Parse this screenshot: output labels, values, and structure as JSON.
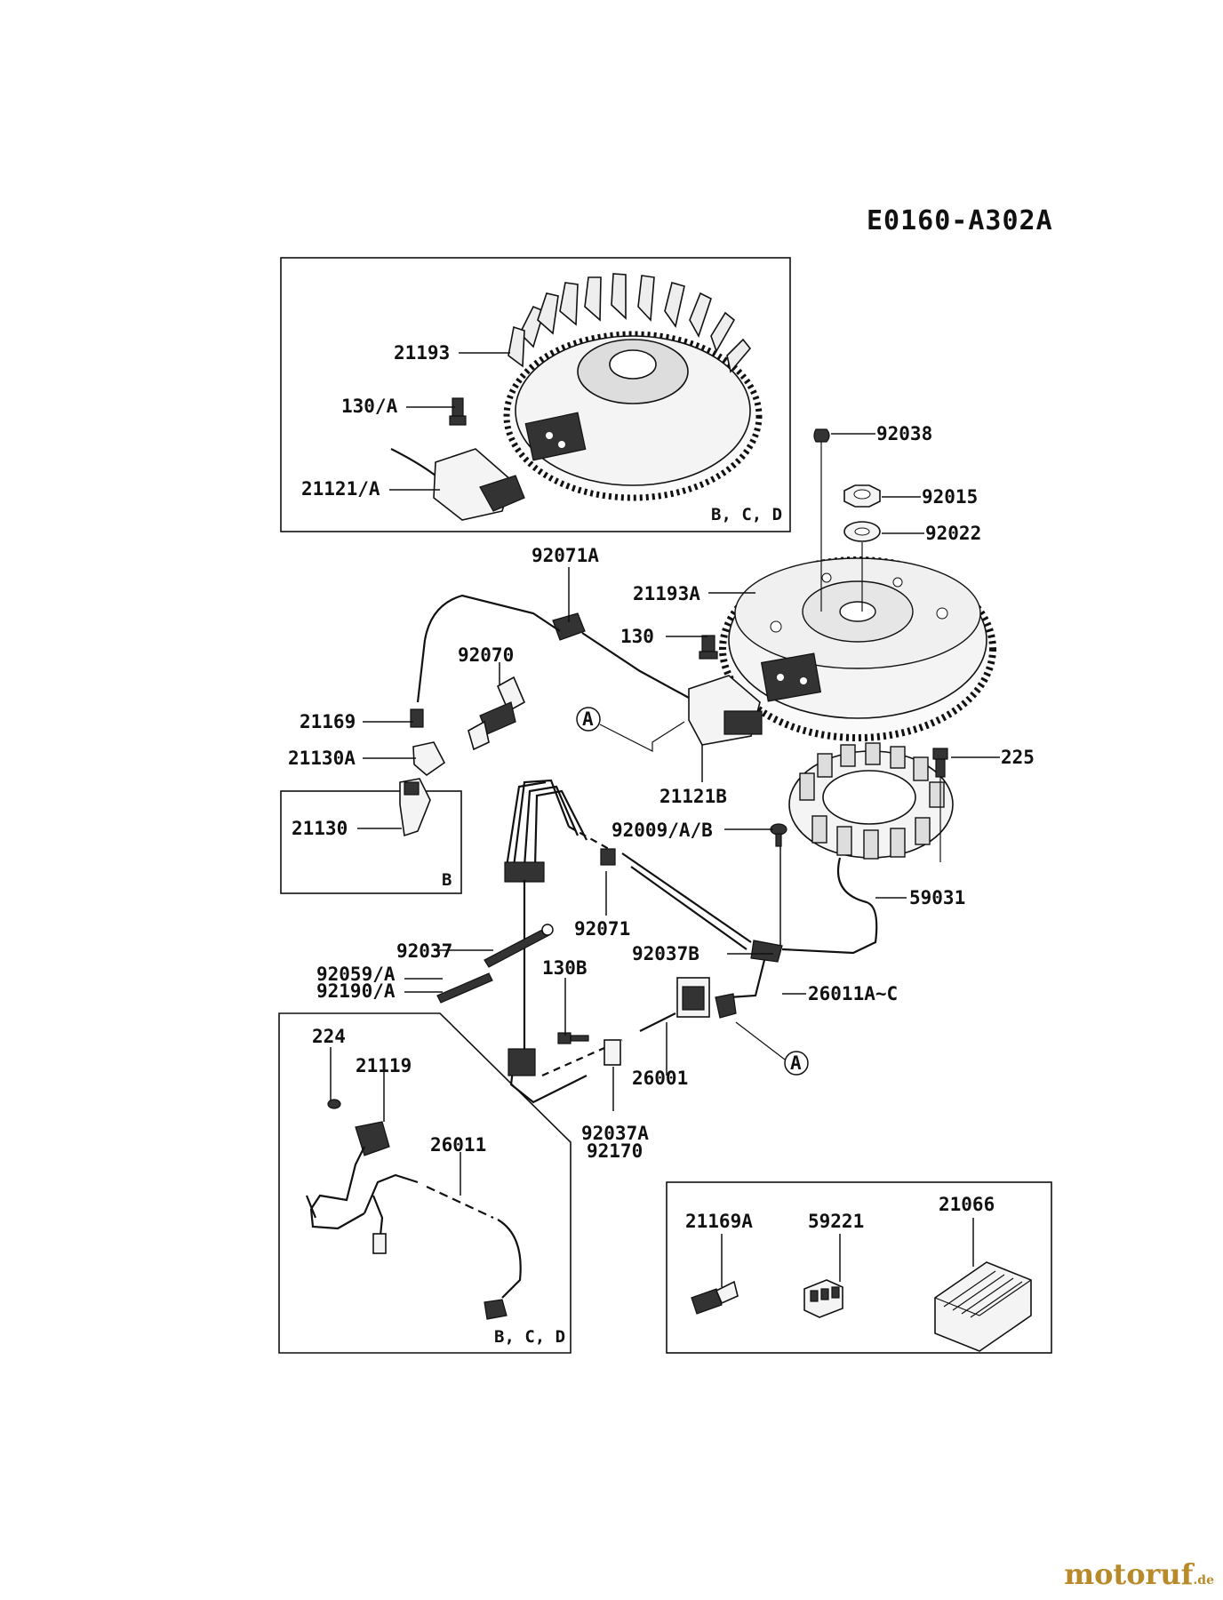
{
  "diagram_code": "E0160-A302A",
  "watermark": {
    "text": "motoruf",
    "suffix": ".de"
  },
  "variant_notes": {
    "top_box": "B, C, D",
    "left_box": "B",
    "bottom_left_box": "B, C, D"
  },
  "callouts": {
    "a_top": "A",
    "a_bottom": "A"
  },
  "labels": {
    "p21193": "21193",
    "p130a": "130/A",
    "p21121a": "21121/A",
    "p92038": "92038",
    "p92015": "92015",
    "p92022": "92022",
    "p92071a": "92071A",
    "p21193a": "21193A",
    "p130": "130",
    "p92070": "92070",
    "p21169": "21169",
    "p21130a": "21130A",
    "p21121b": "21121B",
    "p225": "225",
    "p21130": "21130",
    "p92009": "92009/A/B",
    "p59031": "59031",
    "p92071": "92071",
    "p92037": "92037",
    "p92037b": "92037B",
    "p92059": "92059/A",
    "p92190": "92190/A",
    "p130b": "130B",
    "p26011ac": "26011A~C",
    "p224": "224",
    "p21119": "21119",
    "p26001": "26001",
    "p92037a": "92037A",
    "p92170": "92170",
    "p26011": "26011",
    "p21169a": "21169A",
    "p59221": "59221",
    "p21066": "21066"
  }
}
